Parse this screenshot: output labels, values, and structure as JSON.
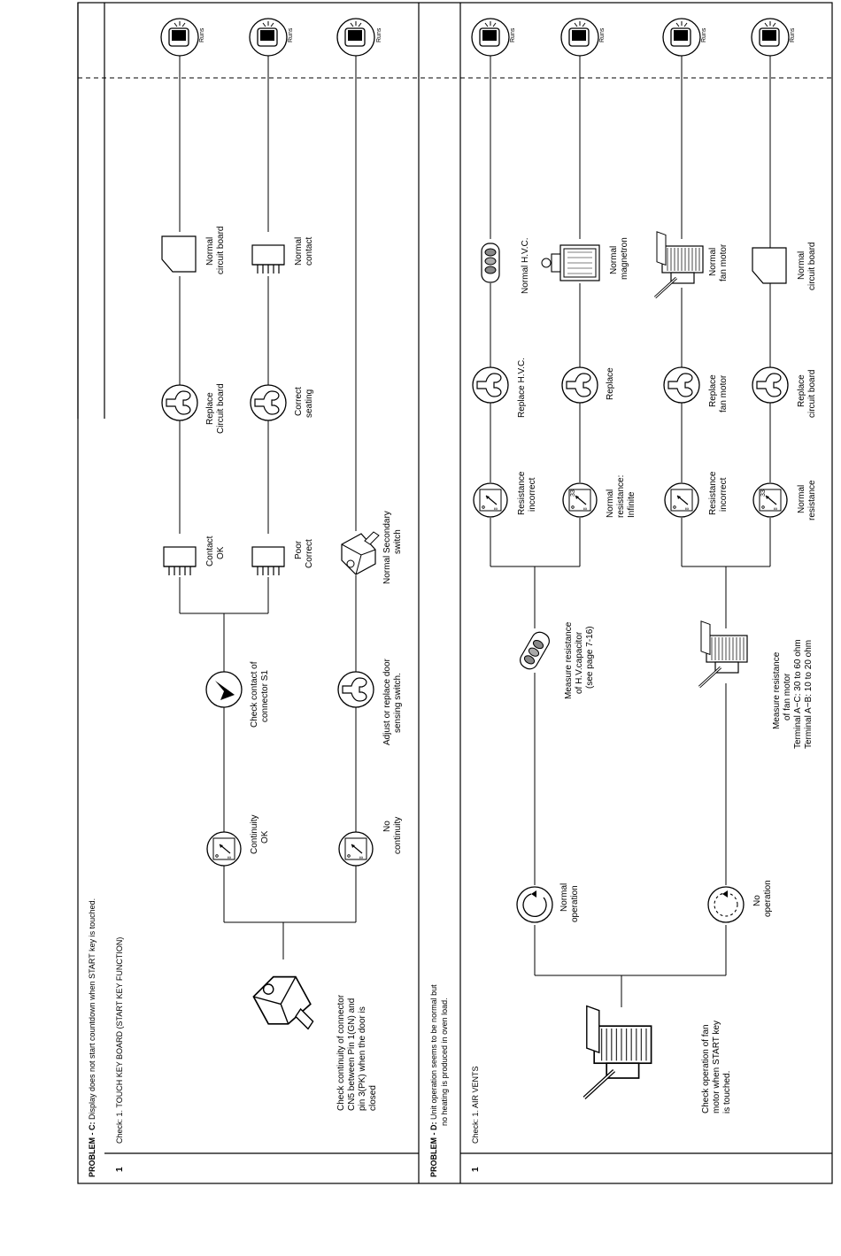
{
  "problem_c": {
    "title_bold": "PROBLEM - C:",
    "title_rest": " Display does not start countdown when START key is touched.",
    "step_number": "1",
    "check_label": "Check: 1. TOUCH KEY BOARD (START KEY FUNCTION)",
    "start_text": [
      "Check continuity of connector",
      "CN5 between Pin 1(GN) and",
      "pin 3(PK) when the door is",
      "closed"
    ],
    "continuity_ok": [
      "Continuity",
      "OK"
    ],
    "no_continuity": [
      "No",
      "continuity"
    ],
    "check_contact": [
      "Check contact of",
      "connector S1"
    ],
    "adjust_switch": [
      "Adjust or replace door",
      "sensing switch."
    ],
    "contact_ok": [
      "Contact",
      "OK"
    ],
    "poor_correct": [
      "Poor",
      "Correct"
    ],
    "normal_secondary": [
      "Normal Secondary",
      "switch"
    ],
    "replace_board": [
      "Replace",
      "Circuit board"
    ],
    "correct_seating": [
      "Correct",
      "seating"
    ],
    "normal_board": [
      "Normal",
      "circuit board"
    ],
    "normal_contact": [
      "Normal",
      "contact"
    ],
    "runs": "Runs"
  },
  "problem_d": {
    "title_bold": "PROBLEM - D:",
    "title_rest": " Unit operation seems to be normal but",
    "title_line2": "no heating is produced in oven load.",
    "step_number": "1",
    "check_label": "Check: 1. AIR VENTS",
    "start_text": [
      "Check operation of fan",
      "motor when START key",
      "is touched."
    ],
    "normal_operation": [
      "Normal",
      "operation"
    ],
    "no_operation": [
      "No",
      "operation"
    ],
    "measure_hvc": [
      "Measure resistance",
      "of H.V.capacitor",
      "(see page 7-16)"
    ],
    "measure_fan": [
      "Measure resistance",
      "of fan motor",
      "Terminal A~C: 30 to 60 ohm",
      "Terminal A~B: 10 to 20 ohm"
    ],
    "resistance_incorrect_1": [
      "Resistance",
      "incorrect"
    ],
    "normal_resistance_infinite": [
      "Normal",
      "resistance:",
      "Infinite"
    ],
    "resistance_incorrect_2": [
      "Resistance",
      "incorrect"
    ],
    "normal_resistance": [
      "Normal",
      "resistance"
    ],
    "replace_hvc": [
      "Replace H.V.C."
    ],
    "replace": [
      "Replace"
    ],
    "replace_fan": [
      "Replace",
      "fan motor"
    ],
    "replace_board": [
      "Replace",
      "circuit board"
    ],
    "normal_hvc": [
      "Normal H.V.C."
    ],
    "normal_magnetron": [
      "Normal",
      "magnetron"
    ],
    "normal_fan": [
      "Normal",
      "fan motor"
    ],
    "normal_board": [
      "Normal",
      "circuit board"
    ],
    "meter_value": "33",
    "runs": "Runs"
  }
}
